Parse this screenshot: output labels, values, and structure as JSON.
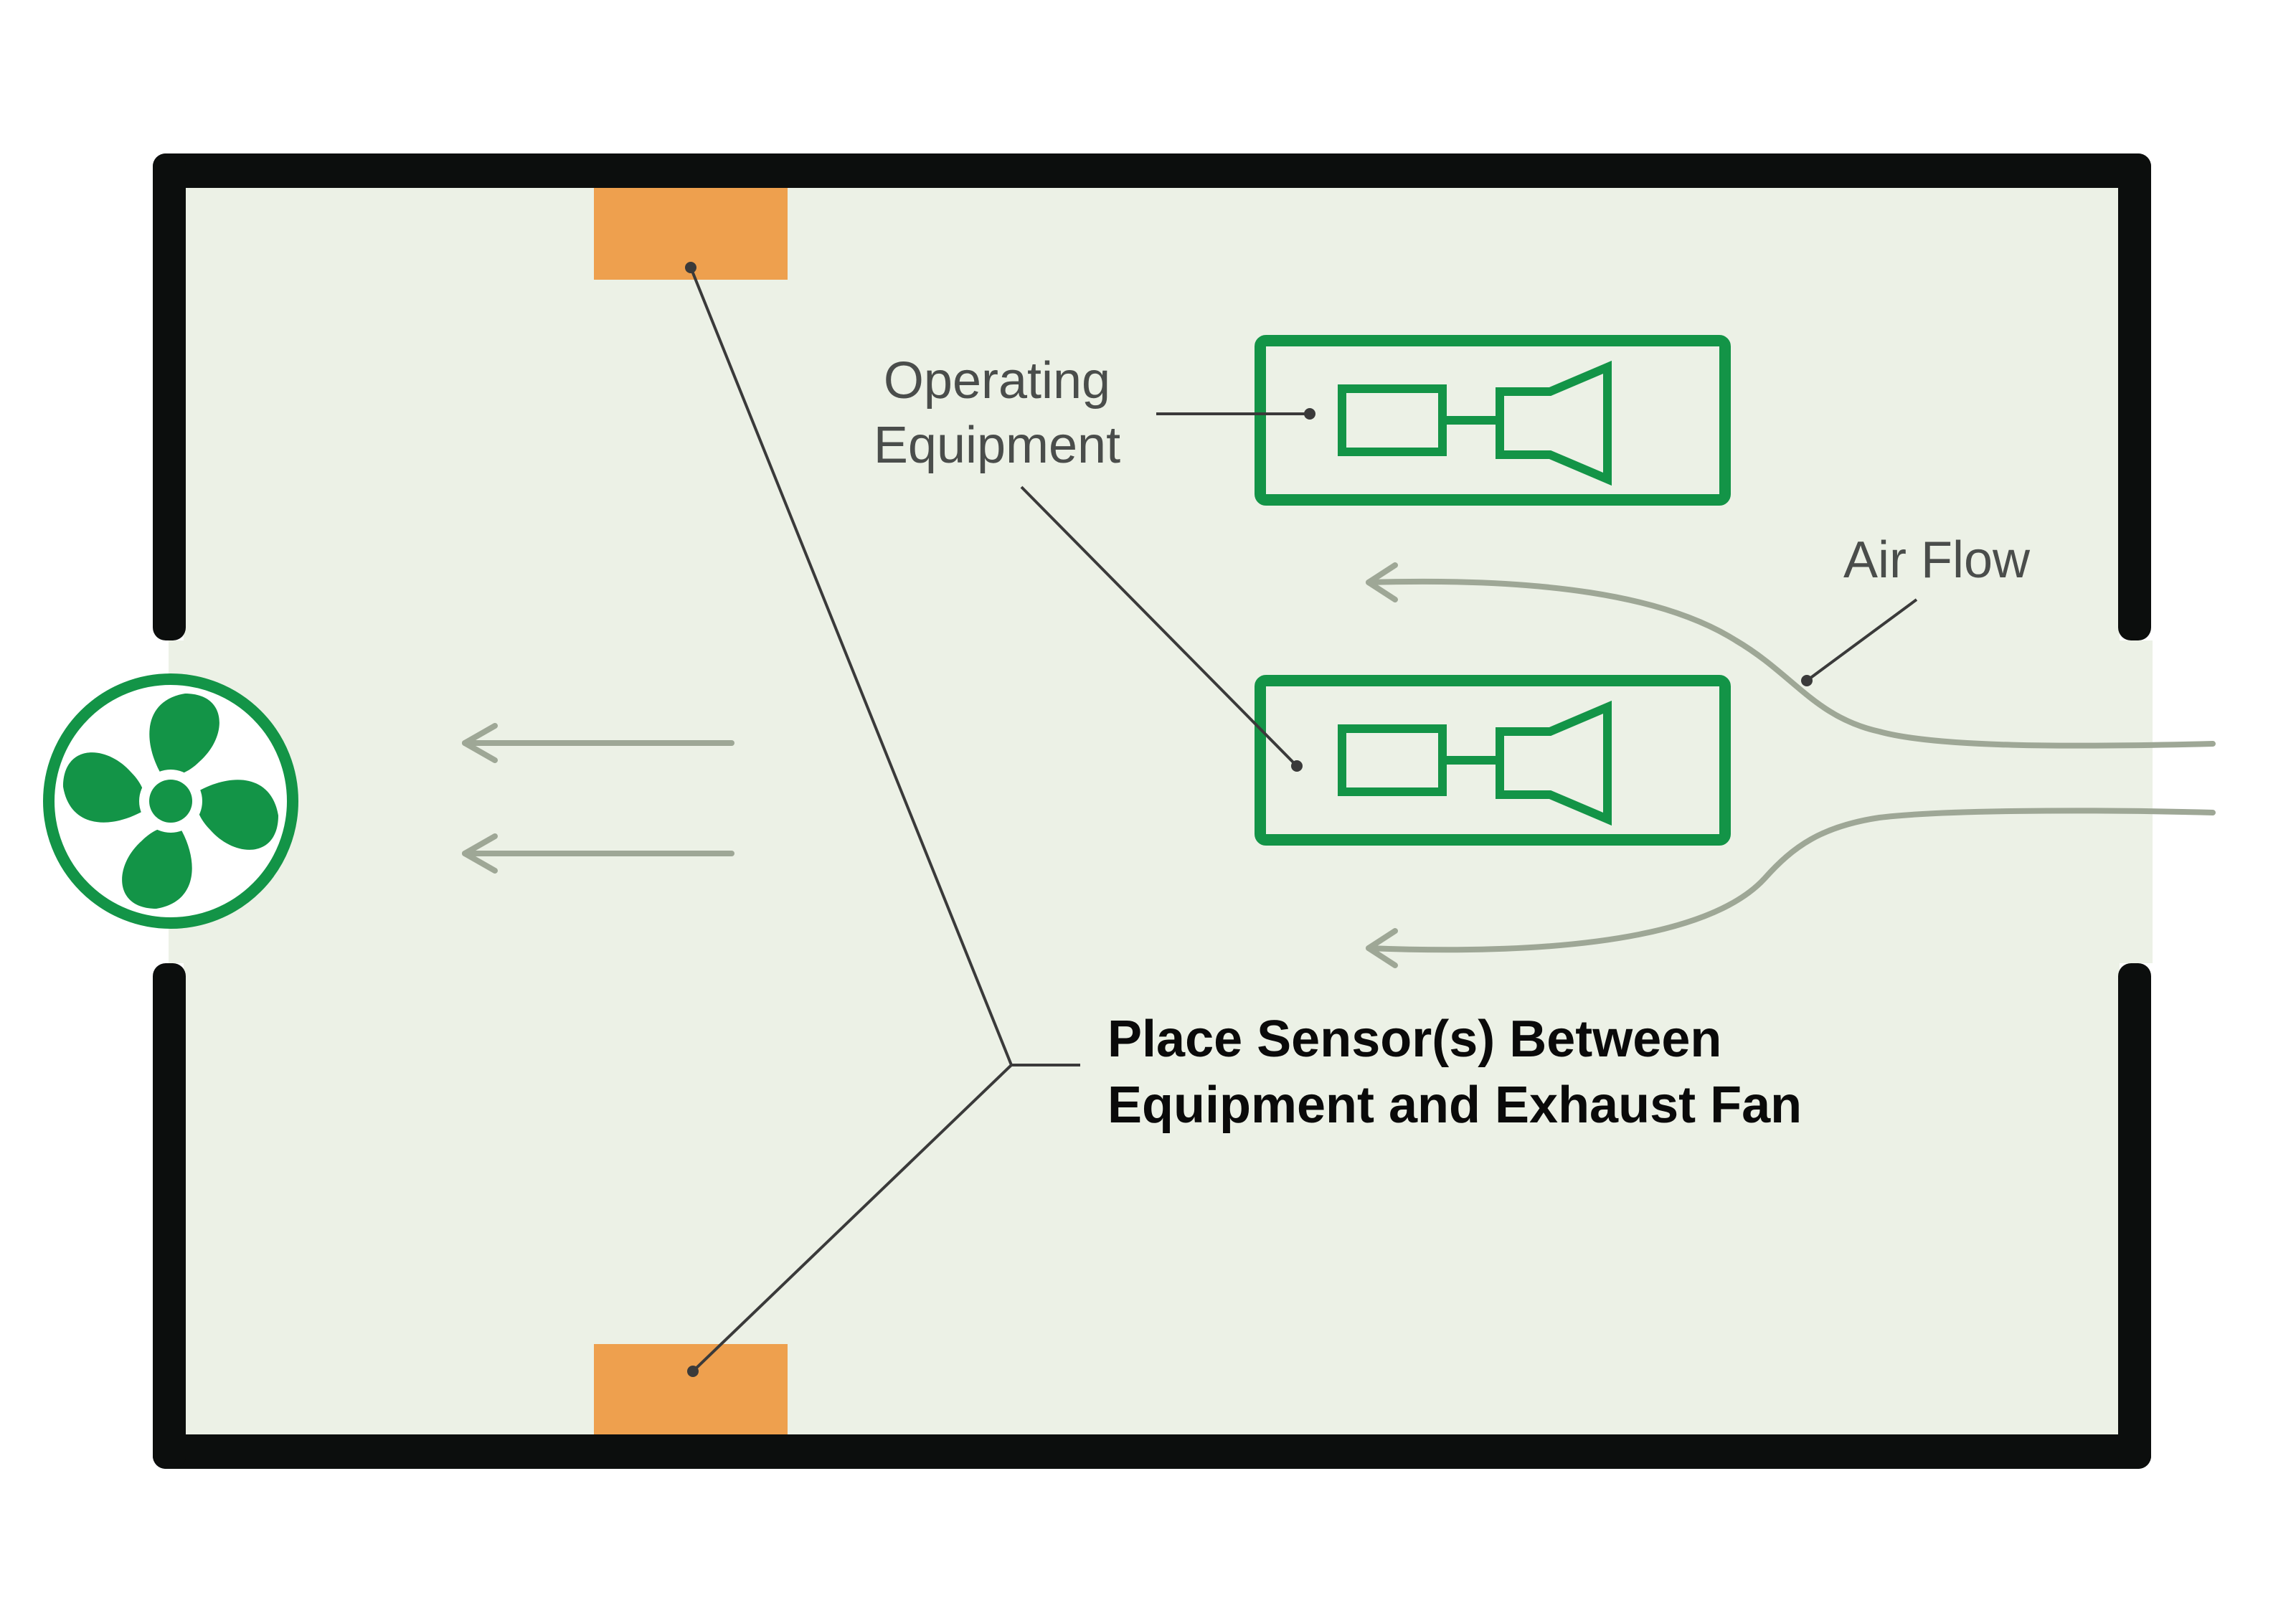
{
  "labels": {
    "operating_equipment": [
      "Operating",
      "Equipment"
    ],
    "air_flow": "Air Flow",
    "sensor_placement": [
      "Place Sensor(s) Between",
      "Equipment and Exhaust Fan"
    ]
  },
  "colors": {
    "wall": "#0c0e0d",
    "room_floor": "#ecf1e6",
    "sensor": "#eea04e",
    "equipment_green": "#139447",
    "airflow_arrow": "#9ea796",
    "leader_line": "#3a3a3a",
    "label_text": "#4a4d4b",
    "callout_text": "#0a0a0a"
  },
  "icons": {
    "exhaust_fan": "fan-icon",
    "equipment": "motor-pump-icon",
    "sensor": "sensor-block"
  }
}
